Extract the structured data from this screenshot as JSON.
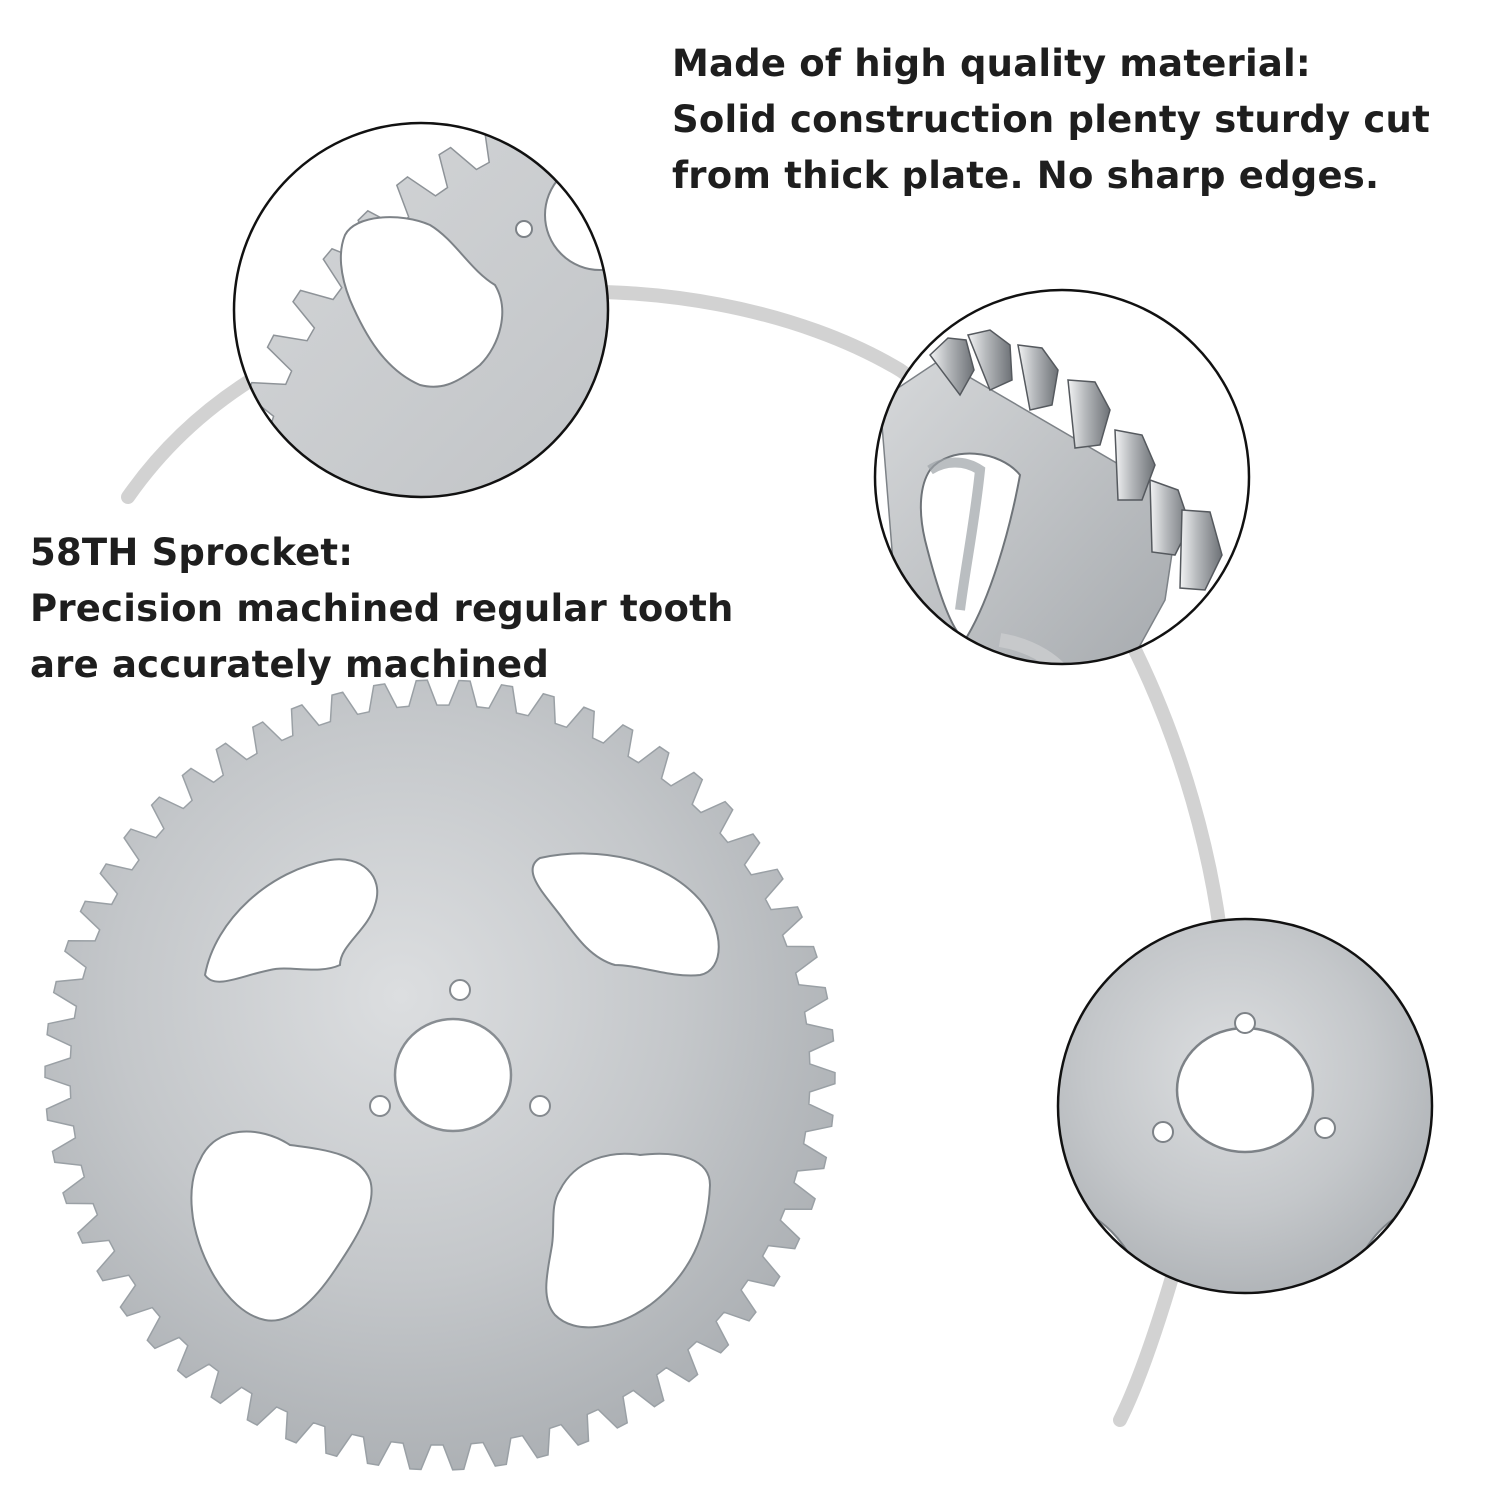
{
  "captions": {
    "material": {
      "line1": "Made of high quality material:",
      "line2": "Solid construction plenty sturdy cut",
      "line3": "from thick plate.  No sharp edges."
    },
    "sprocket": {
      "line1": "58TH Sprocket:",
      "line2": "Precision machined regular tooth",
      "line3": "are accurately machined"
    }
  },
  "product": {
    "tooth_count": 58
  },
  "colors": {
    "background": "#ffffff",
    "text": "#1e1e1e",
    "metal_light": "#d4d6d8",
    "metal_mid": "#bcbfc2",
    "metal_dark": "#8f9398",
    "arc": "#cfcfcf",
    "lens_border": "#111111"
  }
}
